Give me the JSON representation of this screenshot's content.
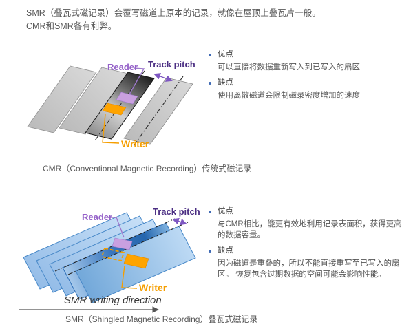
{
  "intro": {
    "line1": "SMR（叠瓦式磁记录）会覆写磁道上原本的记录，就像在屋顶上叠瓦片一般。",
    "line2": "CMR和SMR各有利弊。"
  },
  "cmr": {
    "caption": "CMR（Conventional Magnetic Recording）传统式磁记录",
    "labels": {
      "reader": "Reader",
      "writer": "Writer",
      "track_pitch": "Track pitch"
    },
    "bullets": {
      "pros_title": "优点",
      "pros_text": "可以直接将数据重新写入到已写入的扇区",
      "cons_title": "缺点",
      "cons_text": "使用离散磁道会限制磁录密度增加的速度"
    }
  },
  "smr": {
    "caption": "SMR（Shingled Magnetic Recording）叠瓦式磁记录",
    "labels": {
      "reader": "Reader",
      "writer": "Writer",
      "track_pitch": "Track pitch",
      "writing_direction": "SMR writing direction"
    },
    "bullets": {
      "pros_title": "优点",
      "pros_text": "与CMR相比，能更有效地利用记录表面积，获得更高的数据容量。",
      "cons_title": "缺点",
      "cons_text": "因为磁道是重叠的，所以不能直接重写至已写入的扇区。 恢复包含过期数据的空间可能会影响性能。"
    }
  },
  "colors": {
    "reader_label": "#9460C8",
    "reader_fill": "#C9A0E0",
    "writer_label": "#F59E00",
    "writer_fill": "#FFA400",
    "track_pitch_label": "#4B2E83",
    "arrow_purple": "#7E57C2",
    "cmr_track_gray": "#CCCCCC",
    "cmr_active_track": "#303030",
    "smr_track_blue": "#A9CBEC",
    "smr_active_track": "#2566AE",
    "body_text": "#595959",
    "bullet_dot": "#3F6AB5"
  }
}
